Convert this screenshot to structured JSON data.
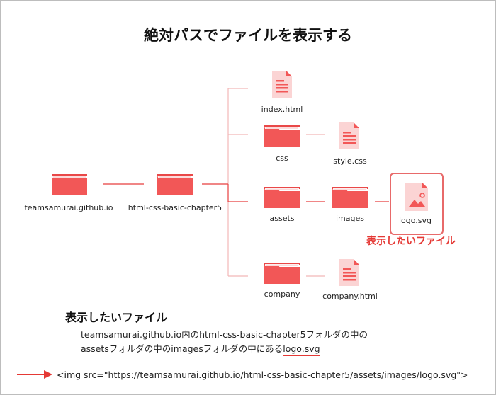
{
  "title": "絶対パスでファイルを表示する",
  "nodes": {
    "root": "teamsamurai.github.io",
    "project": "html-css-basic-chapter5",
    "index": "index.html",
    "css": "css",
    "style": "style.css",
    "assets": "assets",
    "images": "images",
    "logo": "logo.svg",
    "company": "company",
    "company_html": "company.html"
  },
  "highlight_caption": "表示したいファイル",
  "explanation": {
    "heading": "表示したいファイル",
    "line1": "teamsamurai.github.io内のhtml-css-basic-chapter5フォルダの中の",
    "line2_prefix": "assetsフォルダの中のimagesフォルダの中にある",
    "line2_target": "logo.svg"
  },
  "code": {
    "prefix": "<img src=\"",
    "url": "https://teamsamurai.github.io/html-css-basic-chapter5/assets/images/logo.svg",
    "suffix": "\">"
  },
  "colors": {
    "accent": "#f25757",
    "folder_tab": "#f7a4a4",
    "line": "#f2b8b8",
    "highlight": "#e53935"
  }
}
